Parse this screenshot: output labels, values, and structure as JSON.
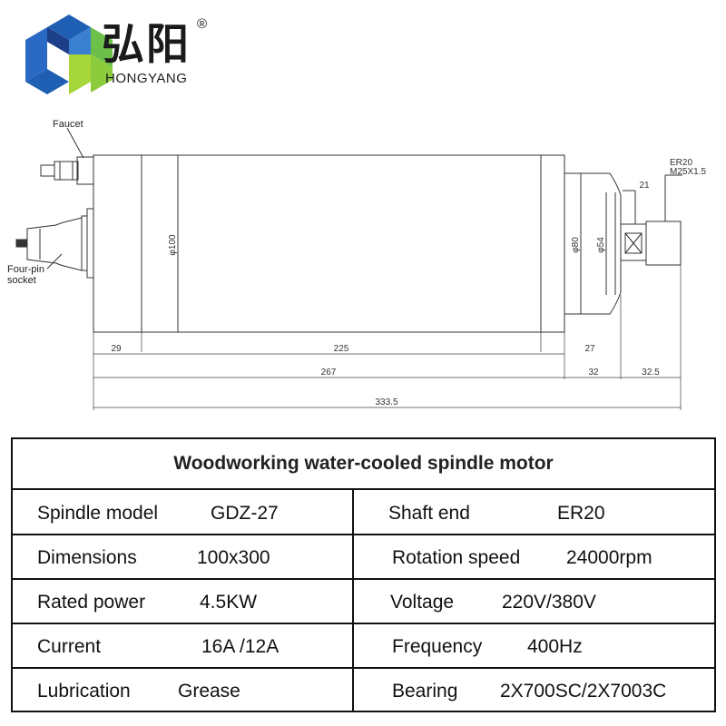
{
  "brand": {
    "name_cn": "弘阳",
    "name_en": "HONGYANG",
    "registered_mark": "®",
    "logo_colors": {
      "blue": "#1f5fb3",
      "dark_blue": "#1d3f8a",
      "green": "#6cc04a",
      "light_green": "#a6d63a"
    }
  },
  "drawing": {
    "labels": {
      "faucet": "Faucet",
      "socket_line1": "Four-pin",
      "socket_line2": "socket",
      "collet_line1": "ER20",
      "collet_line2": "M25X1.5",
      "diameter_100": "φ100",
      "diameter_80": "φ80",
      "diameter_54": "φ54",
      "nut_width": "21"
    },
    "dimensions": {
      "d29": "29",
      "d225": "225",
      "d27": "27",
      "d267": "267",
      "d32": "32",
      "d32_5": "32.5",
      "d333_5": "333.5"
    }
  },
  "table": {
    "title": "Woodworking water-cooled spindle motor",
    "rows": [
      {
        "left_label": "Spindle model",
        "left_value": "GDZ-27",
        "right_label": "Shaft end",
        "right_value": "ER20"
      },
      {
        "left_label": "Dimensions",
        "left_value": "100x300",
        "right_label": "Rotation speed",
        "right_value": "24000rpm"
      },
      {
        "left_label": "Rated power",
        "left_value": "4.5KW",
        "right_label": "Voltage",
        "right_value": "220V/380V"
      },
      {
        "left_label": "Current",
        "left_value": "16A /12A",
        "right_label": "Frequency",
        "right_value": "400Hz"
      },
      {
        "left_label": "Lubrication",
        "left_value": "Grease",
        "right_label": "Bearing",
        "right_value": "2X700SC/2X7003C"
      }
    ]
  }
}
